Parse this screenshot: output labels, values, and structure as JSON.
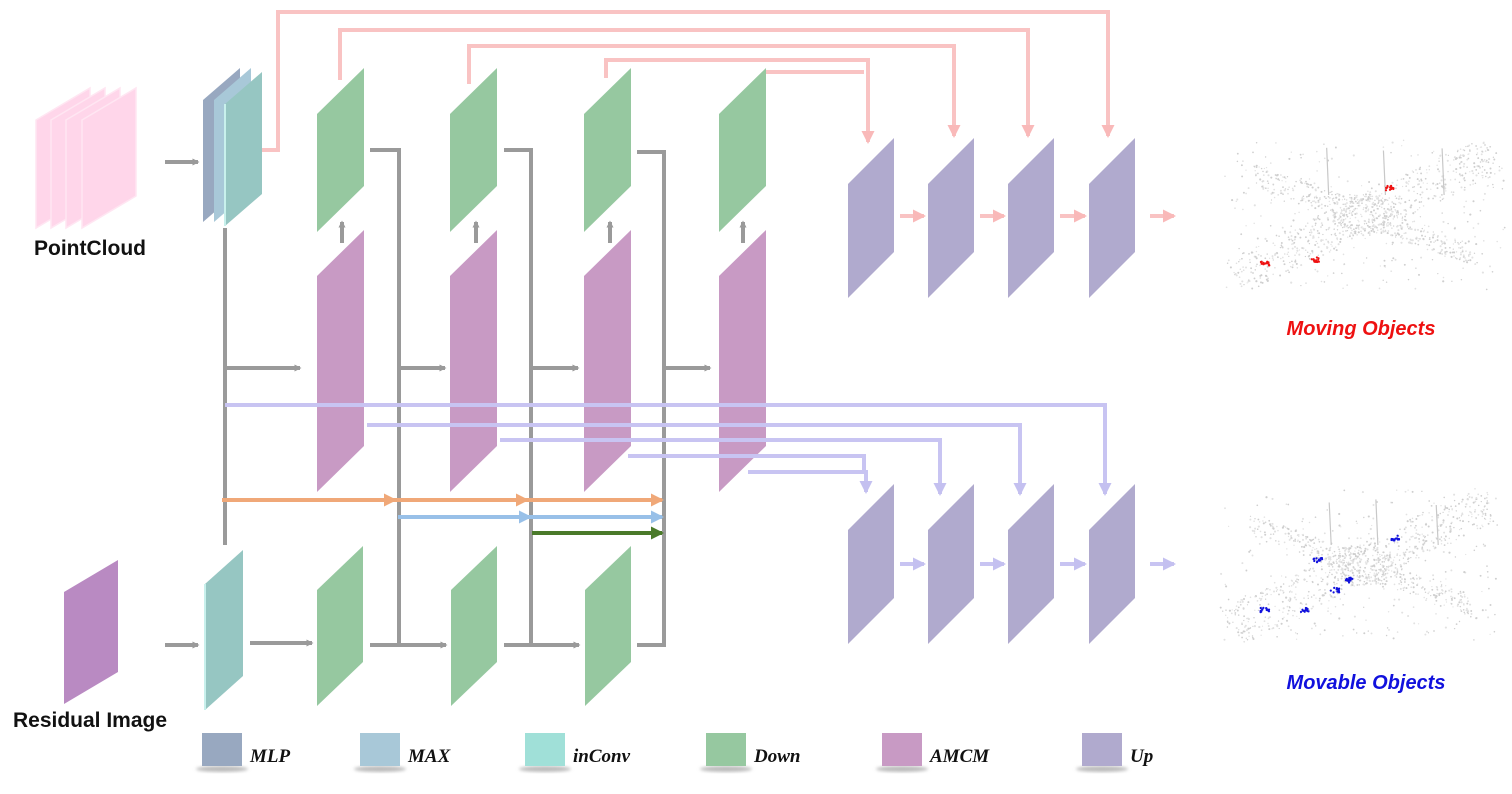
{
  "inputs": {
    "pointcloud_label": "PointCloud",
    "residual_label": "Residual Image"
  },
  "outputs": {
    "moving_label": "Moving Objects",
    "movable_label": "Movable Objects"
  },
  "colors": {
    "pointcloud": "#ffd6ea",
    "mlp": "#98a8c0",
    "max": "#a8c8d8",
    "inconv": "#a0e0d8",
    "down": "#96c8a0",
    "amcm": "#c89ac4",
    "residual": "#b98ac2",
    "up": "#b0aace",
    "skip_moving": "#f9c3c3",
    "skip_movable": "#c8c4f2",
    "gray": "#9a9a9a",
    "orange": "#f0a878",
    "blue": "#98c0e8",
    "green": "#4a7a2a",
    "moving_text": "#ee1111",
    "movable_text": "#1111dd"
  },
  "legend": [
    {
      "label": "MLP",
      "color": "#98a8c0"
    },
    {
      "label": "MAX",
      "color": "#a8c8d8"
    },
    {
      "label": "inConv",
      "color": "#a0e0d8"
    },
    {
      "label": "Down",
      "color": "#96c8a0"
    },
    {
      "label": "AMCM",
      "color": "#c89ac4"
    },
    {
      "label": "Up",
      "color": "#b0aace"
    }
  ]
}
